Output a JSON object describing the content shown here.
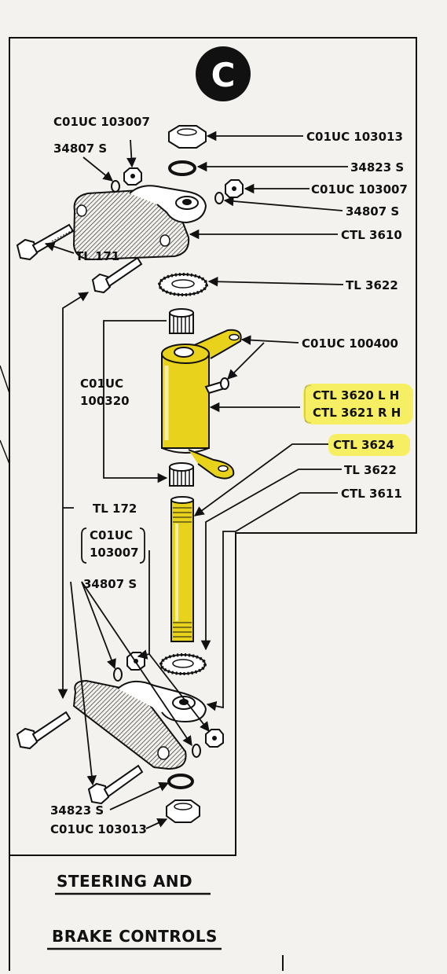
{
  "badge_letter": "C",
  "highlight_color": "#f7ef4a",
  "part_color": "#e8d21c",
  "labels": {
    "c01uc_103007_top": "C01UC 103007",
    "p34807s_top": "34807 S",
    "c01uc_103013_top": "C01UC 103013",
    "p34823s_top": "34823 S",
    "c01uc_103007_right": "C01UC 103007",
    "p34807s_right": "34807 S",
    "ctl3610": "CTL 3610",
    "tl171": "TL 171",
    "tl3622_top": "TL 3622",
    "c01uc_100400": "C01UC 100400",
    "c01uc_100320_a": "C01UC",
    "c01uc_100320_b": "100320",
    "ctl3620": "CTL 3620 L H",
    "ctl3621": "CTL 3621 R H",
    "ctl3624": "CTL 3624",
    "tl3622_mid": "TL 3622",
    "ctl3611": "CTL 3611",
    "tl172": "TL 172",
    "c01uc_103007_mid_a": "C01UC",
    "c01uc_103007_mid_b": "103007",
    "p34807s_mid": "34807 S",
    "p34823s_bottom": "34823 S",
    "c01uc_103013_bottom": "C01UC 103013"
  },
  "title": {
    "line1": "STEERING AND",
    "line2": "BRAKE CONTROLS"
  }
}
